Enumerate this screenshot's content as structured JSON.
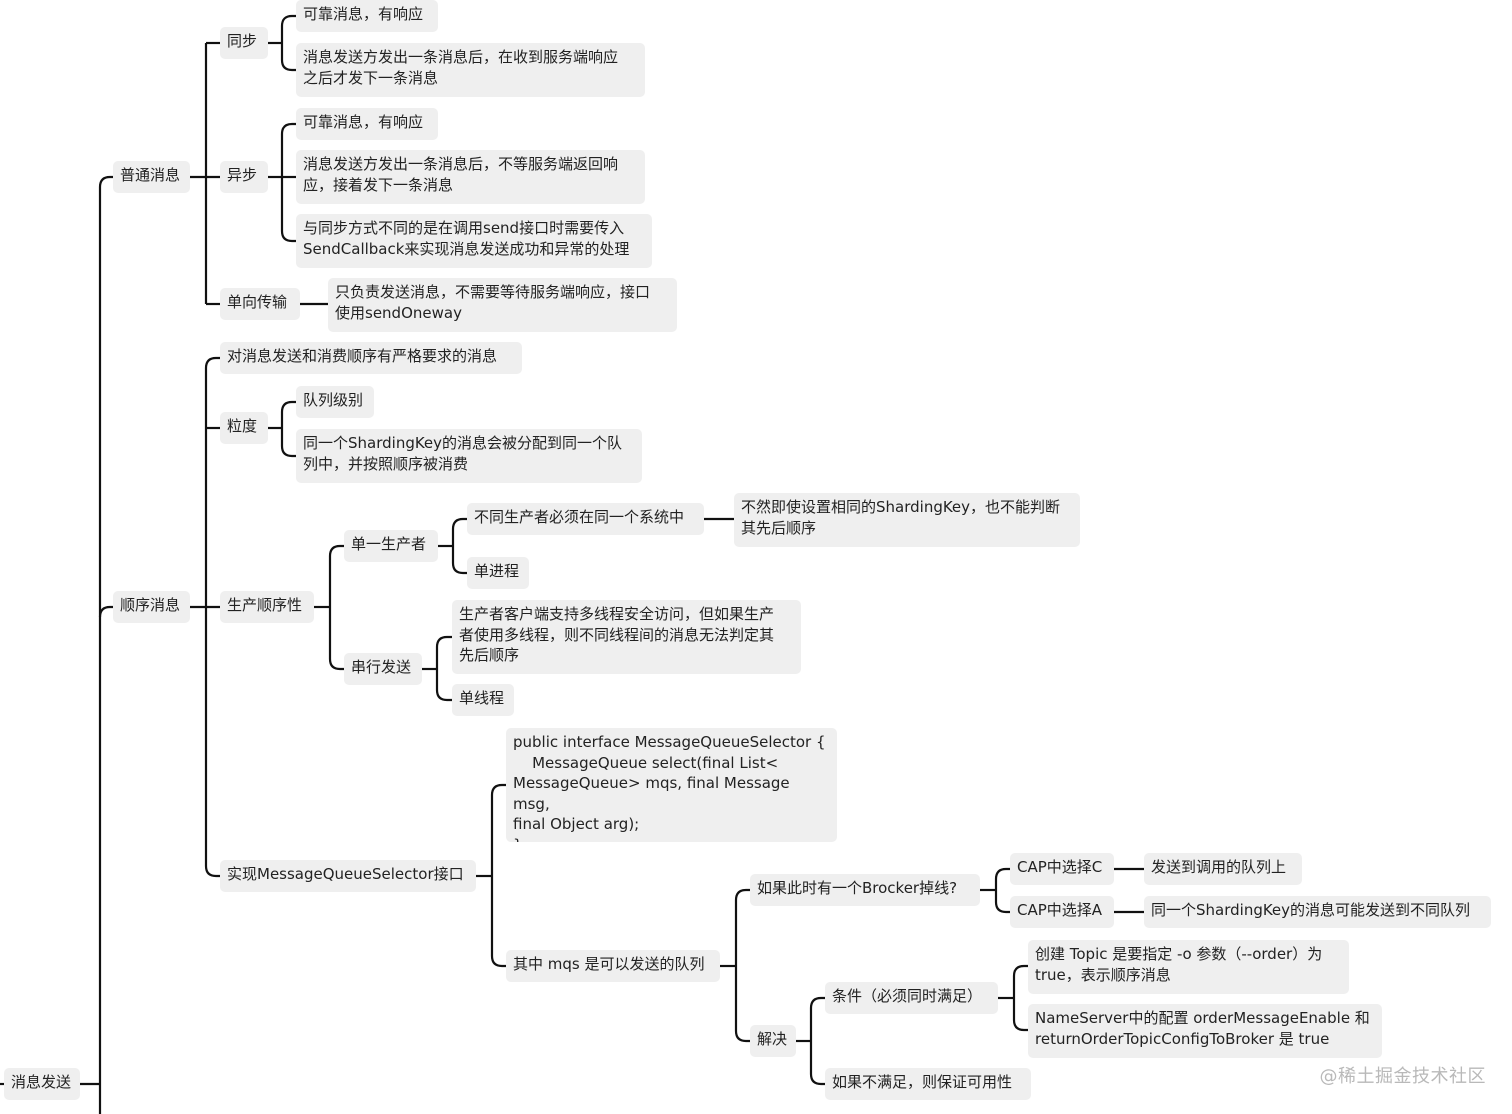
{
  "root": "消息发送",
  "branches": {
    "normal": {
      "label": "普通消息",
      "sync": {
        "label": "同步",
        "items": [
          "可靠消息，有响应",
          "消息发送方发出一条消息后，在收到服务端响应\n之后才发下一条消息"
        ]
      },
      "async": {
        "label": "异步",
        "items": [
          "可靠消息，有响应",
          "消息发送方发出一条消息后，不等服务端返回响\n应，接着发下一条消息",
          "与同步方式不同的是在调用send接口时需要传入\nSendCallback来实现消息发送成功和异常的处理"
        ]
      },
      "oneway": {
        "label": "单向传输",
        "item": "只负责发送消息，不需要等待服务端响应，接口\n使用sendOneway"
      }
    },
    "ordered": {
      "label": "顺序消息",
      "strict": "对消息发送和消费顺序有严格要求的消息",
      "granularity": {
        "label": "粒度",
        "items": [
          "队列级别",
          "同一个ShardingKey的消息会被分配到同一个队\n列中，并按照顺序被消费"
        ]
      },
      "producer_order": {
        "label": "生产顺序性",
        "single_producer": {
          "label": "单一生产者",
          "same_system": "不同生产者必须在同一个系统中",
          "same_system_note": "不然即使设置相同的ShardingKey，也不能判断\n其先后顺序",
          "single_process": "单进程"
        },
        "serial_send": {
          "label": "串行发送",
          "multi_thread_note": "生产者客户端支持多线程安全访问，但如果生产\n者使用多线程，则不同线程间的消息无法判定其\n先后顺序",
          "single_thread": "单线程"
        }
      },
      "selector": {
        "label": "实现MessageQueueSelector接口",
        "code": "public interface MessageQueueSelector {\n    MessageQueue select(final List<\nMessageQueue> mqs, final Message msg,\nfinal Object arg);\n}",
        "mqs": {
          "label": "其中 mqs 是可以发送的队列",
          "broker_offline": {
            "label": "如果此时有一个Brocker掉线?",
            "cap_c": "CAP中选择C",
            "cap_c_result": "发送到调用的队列上",
            "cap_a": "CAP中选择A",
            "cap_a_result": "同一个ShardingKey的消息可能发送到不同队列"
          },
          "solution": {
            "label": "解决",
            "conditions": {
              "label": "条件（必须同时满足）",
              "items": [
                "创建 Topic 是要指定 -o 参数（--order）为\ntrue，表示顺序消息",
                "NameServer中的配置 orderMessageEnable 和\nreturnOrderTopicConfigToBroker 是 true"
              ]
            },
            "otherwise": "如果不满足，则保证可用性"
          }
        }
      }
    }
  },
  "watermark": "@稀土掘金技术社区"
}
